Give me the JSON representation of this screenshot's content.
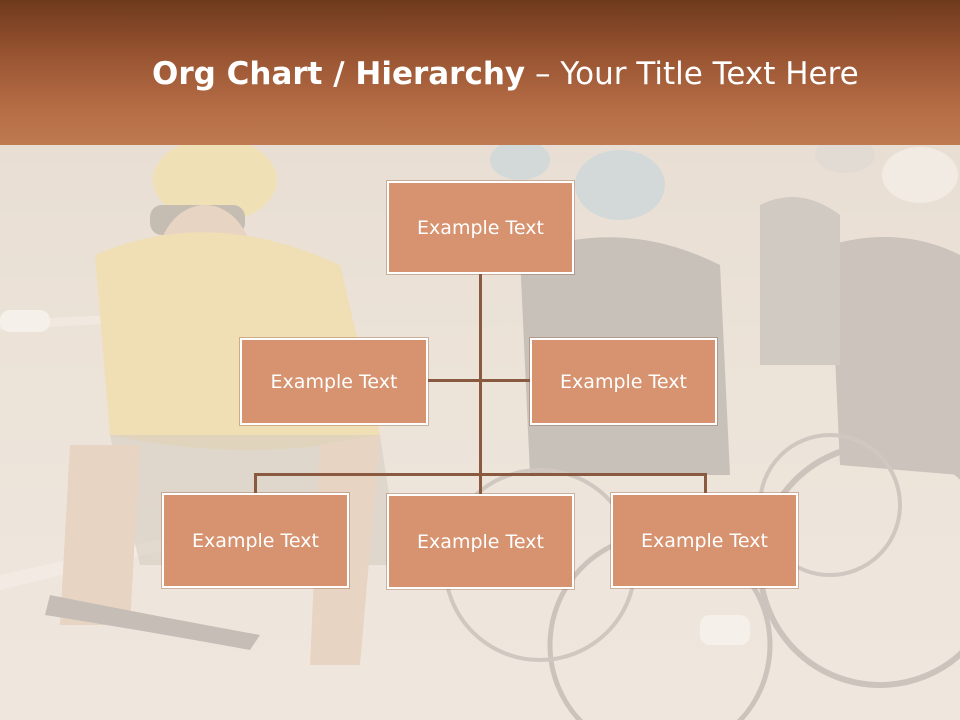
{
  "title": {
    "bold_text": "Org Chart / Hierarchy",
    "separator": " – ",
    "rest_text": "Your Title Text Here"
  },
  "colors": {
    "header_dark": "#6e3a1c",
    "header_light": "#bf7a52",
    "box_fill": "#d7936f",
    "box_border": "#ffffff",
    "connector": "#8a5a40"
  },
  "orgchart": {
    "root": {
      "label": "Example Text"
    },
    "assistants": [
      {
        "label": "Example Text"
      },
      {
        "label": "Example Text"
      }
    ],
    "children": [
      {
        "label": "Example Text"
      },
      {
        "label": "Example Text"
      },
      {
        "label": "Example Text"
      }
    ]
  }
}
